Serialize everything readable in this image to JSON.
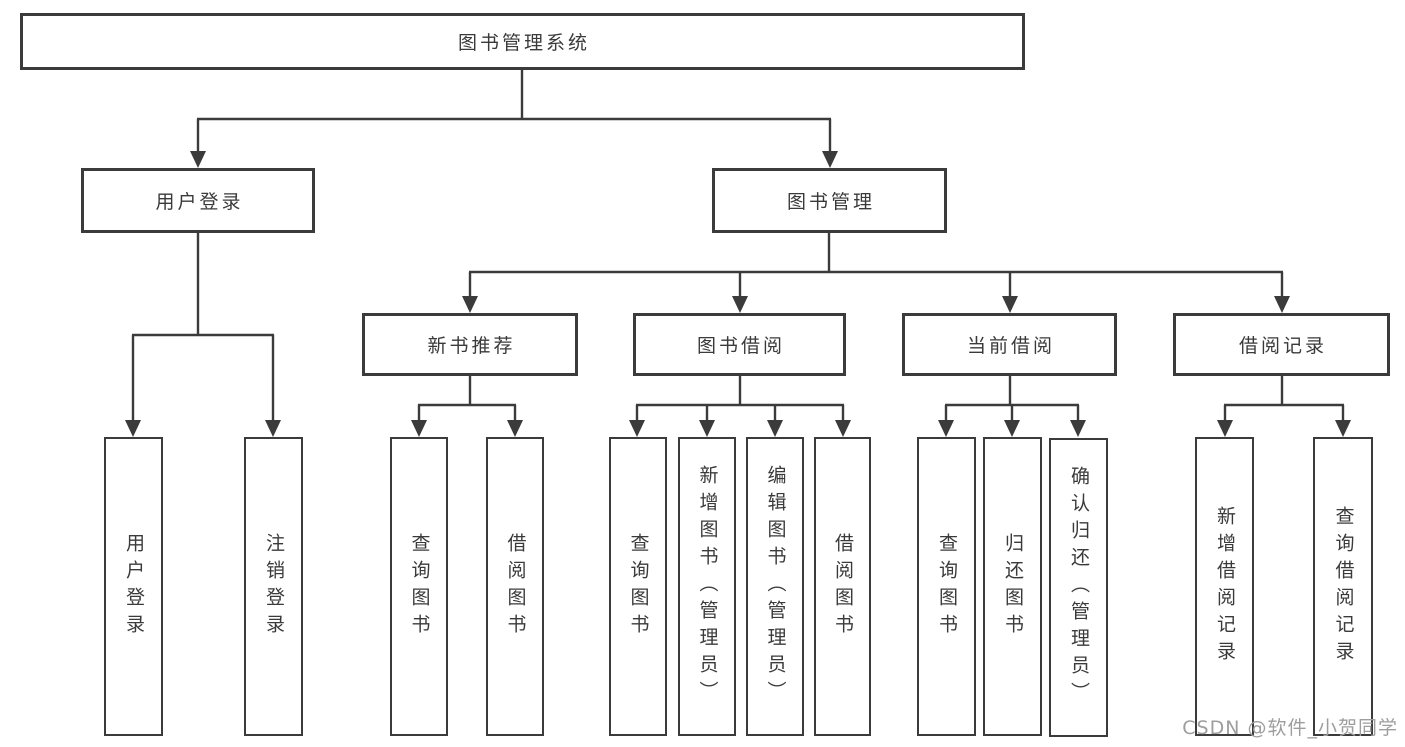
{
  "diagram_type": "hierarchy-chart",
  "tree": {
    "label": "图书管理系统",
    "children": [
      {
        "label": "用户登录",
        "children": [
          {
            "label": "用户登录"
          },
          {
            "label": "注销登录"
          }
        ]
      },
      {
        "label": "图书管理",
        "children": [
          {
            "label": "新书推荐",
            "children": [
              {
                "label": "查询图书"
              },
              {
                "label": "借阅图书"
              }
            ]
          },
          {
            "label": "图书借阅",
            "children": [
              {
                "label": "查询图书"
              },
              {
                "label": "新增图书（管理员）"
              },
              {
                "label": "编辑图书（管理员）"
              },
              {
                "label": "借阅图书"
              }
            ]
          },
          {
            "label": "当前借阅",
            "children": [
              {
                "label": "查询图书"
              },
              {
                "label": "归还图书"
              },
              {
                "label": "确认归还（管理员）"
              }
            ]
          },
          {
            "label": "借阅记录",
            "children": [
              {
                "label": "新增借阅记录"
              },
              {
                "label": "查询借阅记录"
              }
            ]
          }
        ]
      }
    ]
  },
  "watermark": "CSDN @软件_小贺同学",
  "colors": {
    "line": "#3b3b3b",
    "box_border": "#3b3b3b",
    "text": "#3a3a3a",
    "watermark": "#9e9e9e",
    "background": "#ffffff"
  }
}
